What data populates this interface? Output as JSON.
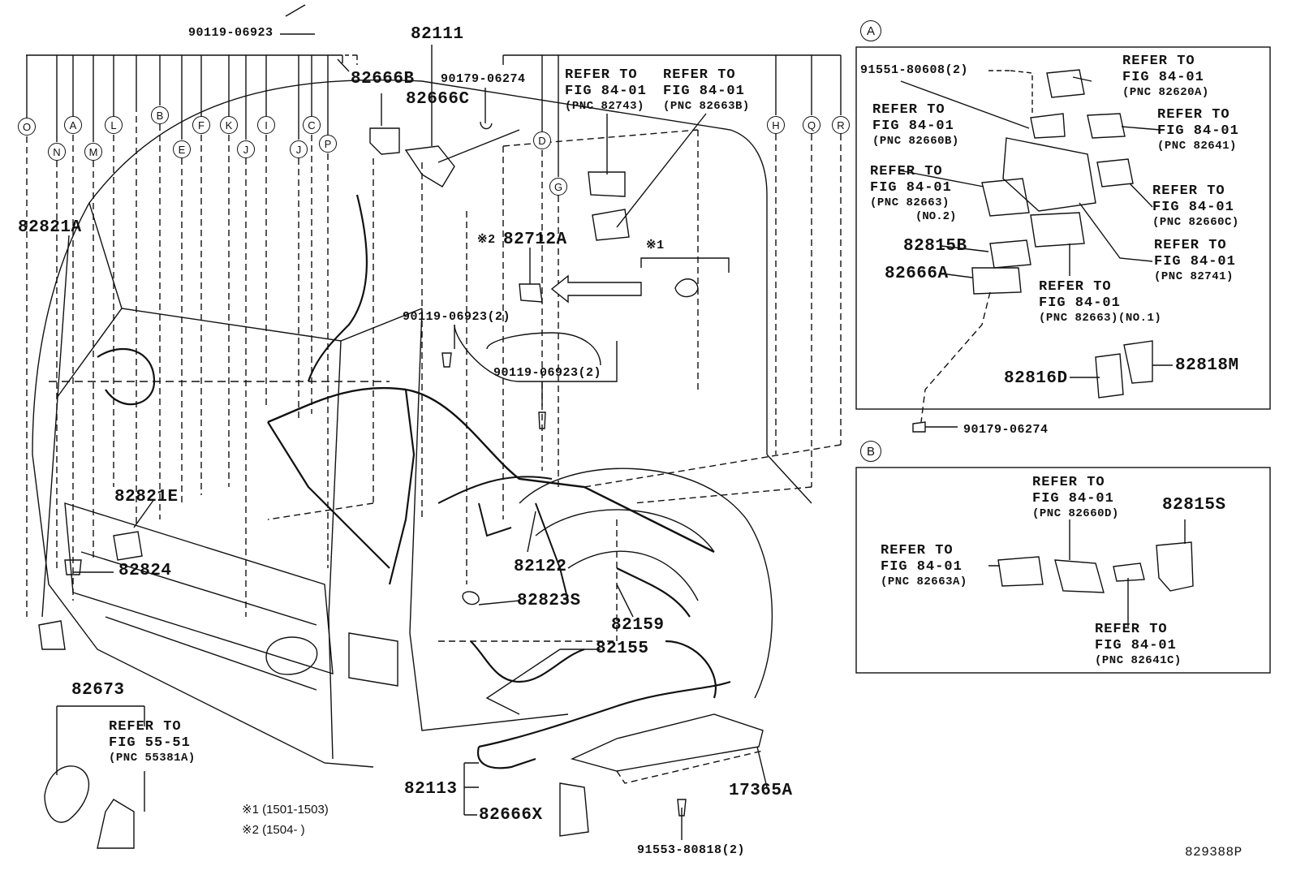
{
  "figure_code": "829388P",
  "callouts": {
    "c90119_top": "90119-06923",
    "c82111": "82111",
    "c82666B": "82666B",
    "c90179_top": "90179-06274",
    "c82666C": "82666C",
    "c82821A": "82821A",
    "c82712A": "82712A",
    "c82712A_mark": "※2",
    "mark1": "※1",
    "c90119_mid": "90119-06923(2)",
    "c90119_mid2": "90119-06923(2)",
    "c82821E": "82821E",
    "c82824": "82824",
    "c82122": "82122",
    "c82823S": "82823S",
    "c82159": "82159",
    "c82155": "82155",
    "c82673": "82673",
    "c82113": "82113",
    "c82666X": "82666X",
    "c17365A": "17365A",
    "c91553": "91553-80818(2)"
  },
  "refs": {
    "main_a": {
      "l1": "REFER TO",
      "l2": "FIG 84-01",
      "l3": "(PNC 82743)"
    },
    "main_b": {
      "l1": "REFER TO",
      "l2": "FIG 84-01",
      "l3": "(PNC 82663B)"
    },
    "main_c": {
      "l1": "REFER TO",
      "l2": "FIG 55-51",
      "l3": "(PNC 55381A)"
    }
  },
  "letters": [
    "O",
    "N",
    "A",
    "M",
    "L",
    "B",
    "E",
    "F",
    "K",
    "J",
    "I",
    "J",
    "C",
    "P",
    "D",
    "G",
    "H",
    "Q",
    "R"
  ],
  "notes": {
    "n1": "※1 (1501-1503)",
    "n2": "※2 (1504-      )"
  },
  "box_a": {
    "tag": "A",
    "c91551": "91551-80608(2)",
    "c82815B": "82815B",
    "c82666A": "82666A",
    "c82816D": "82816D",
    "c82818M": "82818M",
    "c90179": "90179-06274",
    "r82620A": {
      "l1": "REFER TO",
      "l2": "FIG 84-01",
      "l3": "(PNC 82620A)"
    },
    "r82660B": {
      "l1": "REFER TO",
      "l2": "FIG 84-01",
      "l3": "(PNC 82660B)"
    },
    "r82641": {
      "l1": "REFER TO",
      "l2": "FIG 84-01",
      "l3": "(PNC 82641)"
    },
    "r82663": {
      "l1": "REFER TO",
      "l2": "FIG 84-01",
      "l3": "(PNC 82663)",
      "l4": "(NO.2)"
    },
    "r82660C": {
      "l1": "REFER TO",
      "l2": "FIG 84-01",
      "l3": "(PNC 82660C)"
    },
    "r82741": {
      "l1": "REFER TO",
      "l2": "FIG 84-01",
      "l3": "(PNC 82741)"
    },
    "r82663no1": {
      "l1": "REFER TO",
      "l2": "FIG 84-01",
      "l3": "(PNC 82663)(NO.1)"
    }
  },
  "box_b": {
    "tag": "B",
    "c82815S": "82815S",
    "r82660D": {
      "l1": "REFER TO",
      "l2": "FIG 84-01",
      "l3": "(PNC 82660D)"
    },
    "r82663A": {
      "l1": "REFER TO",
      "l2": "FIG 84-01",
      "l3": "(PNC 82663A)"
    },
    "r82641C": {
      "l1": "REFER TO",
      "l2": "FIG 84-01",
      "l3": "(PNC 82641C)"
    }
  }
}
